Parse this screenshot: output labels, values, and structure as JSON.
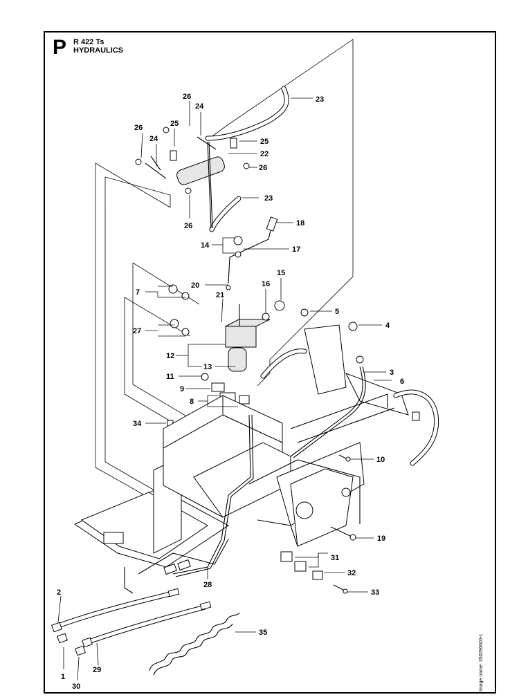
{
  "sheet": {
    "section_letter": "P",
    "model": "R 422 Ts",
    "title": "HYDRAULICS",
    "image_name": "Image name: 350290603-L"
  },
  "labels": [
    "1",
    "2",
    "3",
    "4",
    "5",
    "6",
    "7",
    "8",
    "9",
    "10",
    "11",
    "12",
    "13",
    "14",
    "15",
    "16",
    "17",
    "18",
    "19",
    "20",
    "21",
    "22",
    "23",
    "23",
    "24",
    "24",
    "25",
    "25",
    "26",
    "26",
    "26",
    "26",
    "27",
    "28",
    "29",
    "30",
    "31",
    "32",
    "33",
    "34",
    "35"
  ]
}
